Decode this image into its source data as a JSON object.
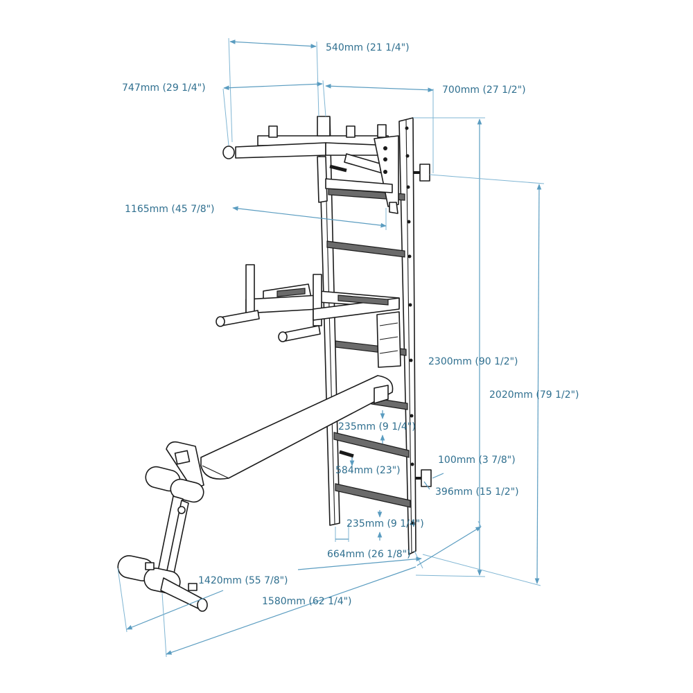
{
  "dimensions": {
    "width_top": "540mm (21 1/4\")",
    "pullup_width": "747mm (29 1/4\")",
    "depth_top": "700mm (27 1/2\")",
    "pullup_reach": "1165mm (45 7/8\")",
    "total_height": "2300mm (90 1/2\")",
    "wall_height": "2020mm (79 1/2\")",
    "rung_spacing_upper": "235mm (9 1/4\")",
    "bracket_offset": "100mm (3 7/8\")",
    "rung_width": "584mm (23\")",
    "bracket_height": "396mm (15 1/2\")",
    "rung_spacing_lower": "235mm (9 1/4\")",
    "base_width": "664mm (26 1/8\")",
    "bench_length": "1420mm (55 7/8\")",
    "total_depth": "1580mm (62 1/4\")"
  },
  "colors": {
    "dimension": "#5a9cc0",
    "label": "#2f6f8f",
    "outline": "#1a1a1a"
  }
}
